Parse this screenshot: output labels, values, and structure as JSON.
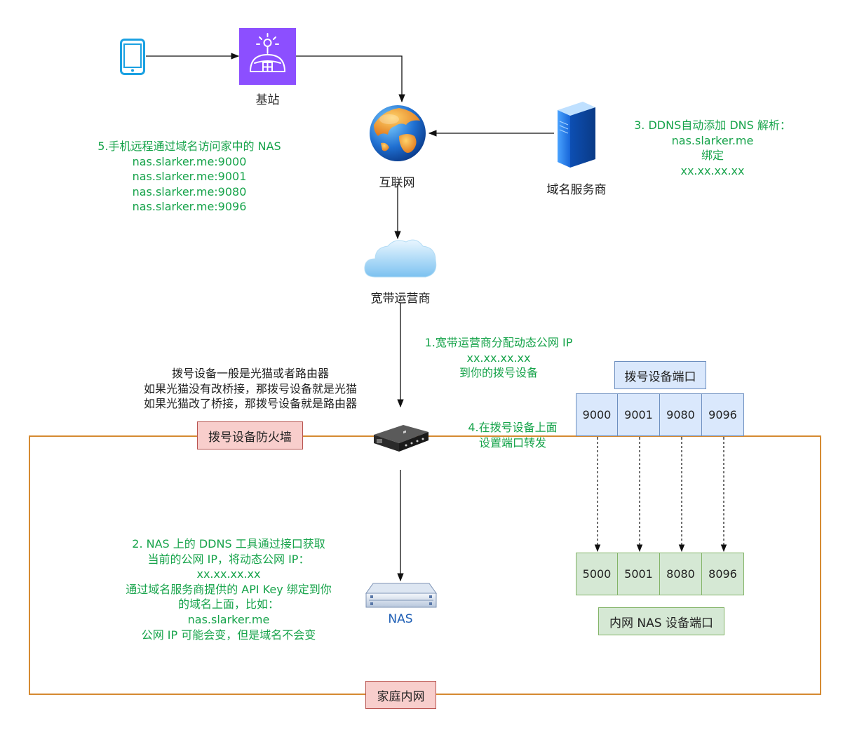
{
  "nodes": {
    "base_station": "基站",
    "internet": "互联网",
    "dns_provider": "域名服务商",
    "isp": "宽带运营商",
    "nas": "NAS"
  },
  "notes": {
    "step5": [
      "5.手机远程通过域名访问家中的 NAS",
      "nas.slarker.me:9000",
      "nas.slarker.me:9001",
      "nas.slarker.me:9080",
      "nas.slarker.me:9096"
    ],
    "step3": [
      "3. DDNS自动添加 DNS 解析：",
      "nas.slarker.me",
      "绑定",
      "xx.xx.xx.xx"
    ],
    "step1": [
      "1.宽带运营商分配动态公网 IP",
      "xx.xx.xx.xx",
      "到你的拨号设备"
    ],
    "dialer_info": [
      "拨号设备一般是光猫或者路由器",
      "如果光猫没有改桥接，那拨号设备就是光猫",
      "如果光猫改了桥接，那拨号设备就是路由器"
    ],
    "step4": [
      "4.在拨号设备上面",
      "设置端口转发"
    ],
    "step2": [
      "2. NAS 上的 DDNS 工具通过接口获取",
      "当前的公网 IP，将动态公网 IP：",
      "xx.xx.xx.xx",
      "通过域名服务商提供的 API Key 绑定到你",
      "的域名上面，比如：",
      "nas.slarker.me",
      "公网 IP 可能会变，但是域名不会变"
    ]
  },
  "tags": {
    "firewall": "拨号设备防火墙",
    "home_network": "家庭内网",
    "dialer_ports_title": "拨号设备端口",
    "nas_ports_title": "内网 NAS 设备端口"
  },
  "ports": {
    "external": [
      "9000",
      "9001",
      "9080",
      "9096"
    ],
    "internal": [
      "5000",
      "5001",
      "8080",
      "8096"
    ]
  },
  "colors": {
    "note_green": "#16a34a",
    "frame_orange": "#d58a31",
    "tag_red_fill": "#f8cecc",
    "tag_blue_fill": "#dae8fc",
    "tag_green_fill": "#d5e8d4",
    "base_station_purple": "#8c4fff",
    "phone_cyan": "#1ba1e2"
  }
}
